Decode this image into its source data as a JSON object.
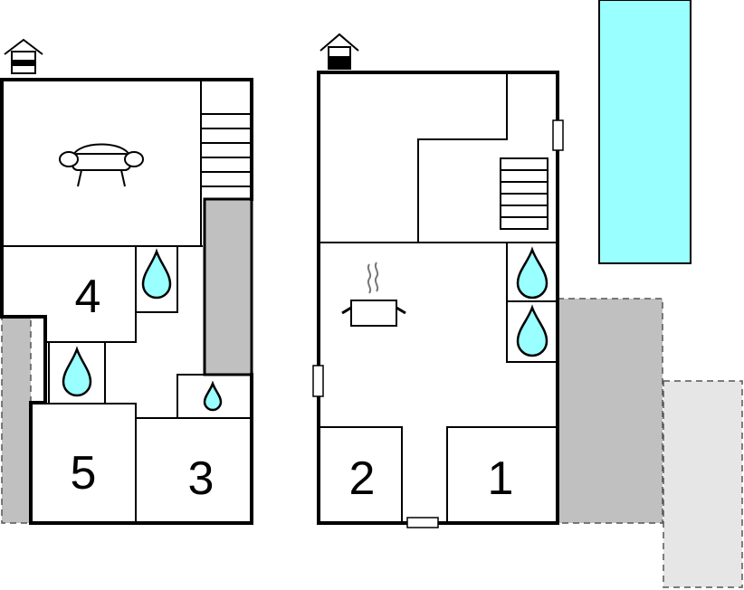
{
  "floor_plan": {
    "upper_floor": {
      "level_icon": "house-upper-floor-icon",
      "rooms": [
        {
          "id": "living",
          "icon": "sofa-icon"
        },
        {
          "id": "bedroom-4",
          "label": "4"
        },
        {
          "id": "bedroom-5",
          "label": "5"
        },
        {
          "id": "bedroom-3",
          "label": "3"
        }
      ],
      "bathrooms": 3
    },
    "ground_floor": {
      "level_icon": "house-ground-floor-icon",
      "rooms": [
        {
          "id": "kitchen",
          "icon": "cooking-pot-icon"
        },
        {
          "id": "bedroom-2",
          "label": "2"
        },
        {
          "id": "bedroom-1",
          "label": "1"
        }
      ],
      "bathrooms": 2
    },
    "outdoor": {
      "pool": true,
      "terraces": 3
    },
    "colors": {
      "water": "#99ffff",
      "terrace": "#c0c0c0",
      "terrace_light": "#e6e6e6",
      "walls": "#000000"
    }
  }
}
